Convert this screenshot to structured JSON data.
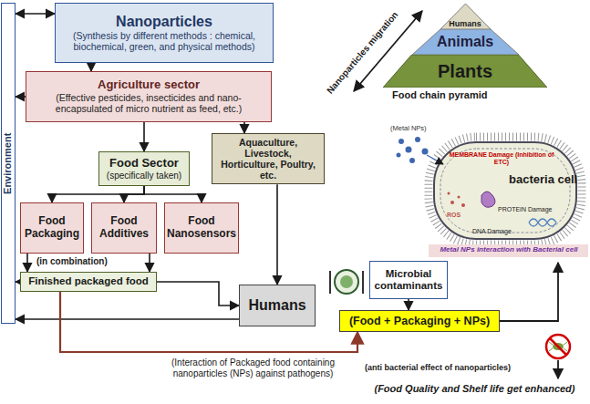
{
  "diagram": {
    "nodes": [
      {
        "text": [
          "Nanoparticles",
          "(Synthesis by different methods : chemical, biochemical, green, and physical methods)"
        ]
      },
      {
        "text": [
          "Environment"
        ]
      },
      {
        "text": [
          "Agriculture sector",
          "(Effective pesticides, insecticides and nano-encapsulated of micro nutrient as feed, etc.)"
        ]
      },
      {
        "text": [
          "Aquaculture, Livestock, Horticulture, Poultry, etc."
        ]
      },
      {
        "text": [
          "Food Sector",
          "(specifically taken)"
        ]
      },
      {
        "text": [
          "Food Packaging"
        ]
      },
      {
        "text": [
          "Food Additives"
        ]
      },
      {
        "text": [
          "Food Nanosensors"
        ]
      },
      {
        "text": [
          "Finished packaged food"
        ]
      },
      {
        "text": [
          "Humans"
        ]
      },
      {
        "text": [
          "Microbial contaminants"
        ]
      },
      {
        "text": [
          "(Food + Packaging + NPs)"
        ]
      },
      {
        "text": [
          "Humans"
        ]
      },
      {
        "text": [
          "Animals"
        ]
      },
      {
        "text": [
          "Plants"
        ]
      }
    ],
    "edges": [
      {
        "from": 0,
        "to": 1,
        "arrow": "both"
      },
      {
        "from": 0,
        "to": 2,
        "arrow": "to"
      },
      {
        "from": 2,
        "to": 1,
        "arrow": "to"
      },
      {
        "from": 2,
        "to": 3,
        "arrow": "to"
      },
      {
        "from": 2,
        "to": 4,
        "arrow": "to"
      },
      {
        "from": 4,
        "to": 5,
        "arrow": "to"
      },
      {
        "from": 4,
        "to": 6,
        "arrow": "to"
      },
      {
        "from": 4,
        "to": 7,
        "arrow": "to"
      },
      {
        "from": 5,
        "to": 8,
        "arrow": "to"
      },
      {
        "from": 6,
        "to": 8,
        "arrow": "to"
      },
      {
        "from": 8,
        "to": 9,
        "arrow": "to"
      },
      {
        "from": 8,
        "to": 1,
        "arrow": "to"
      },
      {
        "from": 9,
        "to": 1,
        "arrow": "to"
      },
      {
        "from": 3,
        "to": 9,
        "arrow": "to"
      },
      {
        "from": 8,
        "to": 11,
        "arrow": "to"
      },
      {
        "from": 10,
        "to": 11,
        "arrow": "to"
      }
    ],
    "labels": [
      "Nanoparticles migration",
      "Food chain pyramid",
      "(in combination)",
      "(Metal NPs)",
      "MEMBRANE Damage (Inhibition of ETC)",
      "bacteria cell",
      "ROS",
      "PROTEIN Damage",
      "DNA Damage",
      "Metal NPs interaction with Bacterial cell",
      "(anti bacterial effect of nanoparticles)",
      "(Interaction of Packaged food containing nanoparticles (NPs) against pathogens)",
      "(Food Quality and Shelf life get enhanced)"
    ]
  }
}
